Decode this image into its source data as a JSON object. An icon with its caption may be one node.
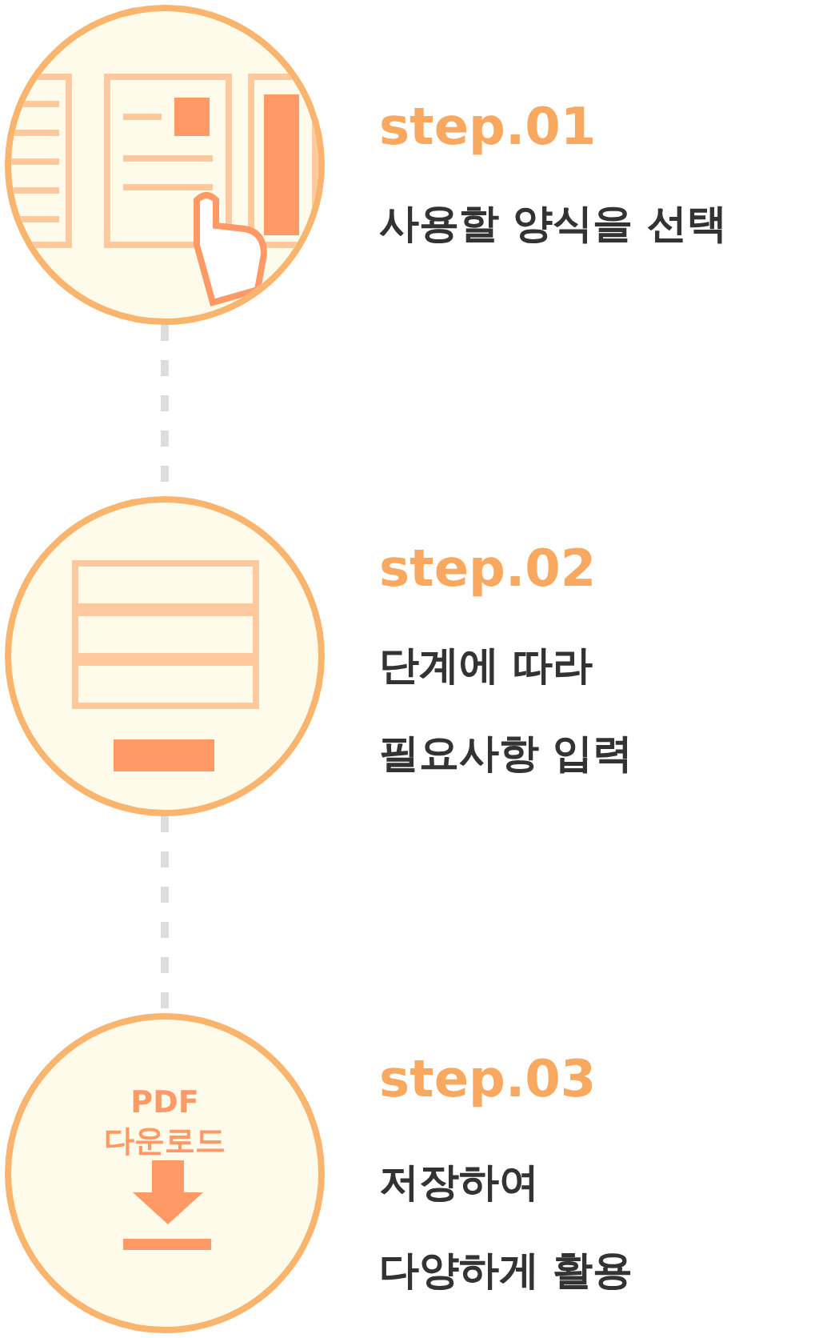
{
  "diagram": {
    "nodes": [
      {
        "text": [],
        "shape": "circle",
        "beside": [
          "step.01",
          "사용할 양식을 선택"
        ]
      },
      {
        "text": [],
        "shape": "circle",
        "beside": [
          "step.02",
          "단계에 따라 필요사항 입력"
        ]
      },
      {
        "text": [
          "PDF 다운로드"
        ],
        "beside": [
          "step.03",
          "저장하여 다양하게 활용"
        ]
      }
    ],
    "edges": [
      {
        "from": 0,
        "to": 1,
        "arrow": "none",
        "style": "dashed"
      },
      {
        "from": 1,
        "to": 2,
        "arrow": "none",
        "style": "dashed"
      }
    ]
  }
}
